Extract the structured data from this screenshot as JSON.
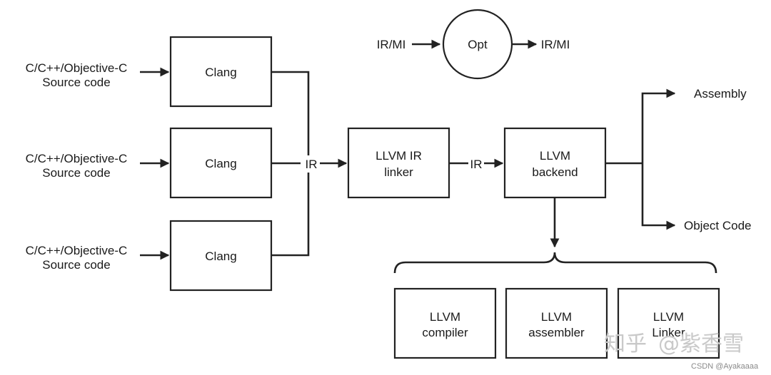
{
  "diagram": {
    "sources": [
      {
        "line1": "C/C++/Objective-C",
        "line2": "Source code"
      },
      {
        "line1": "C/C++/Objective-C",
        "line2": "Source code"
      },
      {
        "line1": "C/C++/Objective-C",
        "line2": "Source code"
      }
    ],
    "frontends": [
      "Clang",
      "Clang",
      "Clang"
    ],
    "ir_label_1": "IR",
    "ir_label_2": "IR",
    "linker": {
      "line1": "LLVM IR",
      "line2": "linker"
    },
    "backend": {
      "line1": "LLVM",
      "line2": "backend"
    },
    "opt": {
      "input": "IR/MI",
      "name": "Opt",
      "output": "IR/MI"
    },
    "outputs": {
      "assembly": "Assembly",
      "object": "Object Code"
    },
    "components": [
      {
        "line1": "LLVM",
        "line2": "compiler"
      },
      {
        "line1": "LLVM",
        "line2": "assembler"
      },
      {
        "line1": "LLVM",
        "line2": "Linker"
      }
    ]
  },
  "watermark": {
    "zhihu": "知乎",
    "author": "@紫香雪",
    "csdn": "CSDN @Ayakaaaa"
  }
}
